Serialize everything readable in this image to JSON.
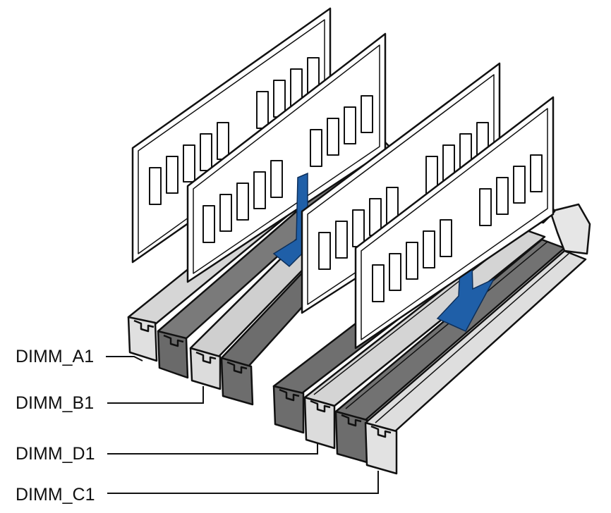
{
  "labels": {
    "dimm_a1": "DIMM_A1",
    "dimm_b1": "DIMM_B1",
    "dimm_d1": "DIMM_D1",
    "dimm_c1": "DIMM_C1"
  },
  "colors": {
    "slot_dark": "#6f6f6f",
    "slot_light": "#d8d8d8",
    "slot_mid": "#9a9a9a",
    "arrow": "#1f5fa8",
    "outline": "#111111",
    "module_fill": "#ffffff"
  },
  "icons": {
    "insert_arrow": "down-arrow-icon"
  }
}
